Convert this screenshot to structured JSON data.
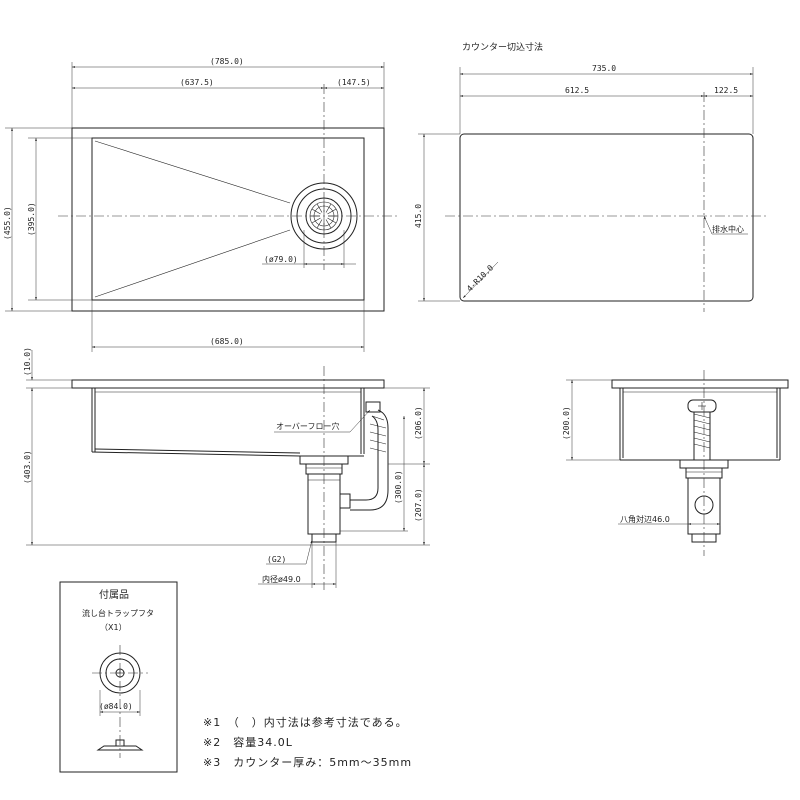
{
  "top_view": {
    "overall_width": "(785.0)",
    "to_drain_center": "(637.5)",
    "drain_to_edge": "(147.5)",
    "overall_depth": "(455.0)",
    "bowl_depth": "(395.0)",
    "bowl_width": "(685.0)",
    "drain_diameter": "(ø79.0)"
  },
  "cutout_view": {
    "title": "カウンター切込寸法",
    "width": "735.0",
    "to_drain_center": "612.5",
    "drain_to_edge": "122.5",
    "depth": "415.0",
    "corner_radius": "4-R10.0",
    "drain_center_label": "排水中心"
  },
  "front_view": {
    "rim_thickness": "(10.0)",
    "total_height": "(403.0)",
    "overflow_label": "オーバーフロー穴",
    "to_overflow": "(206.0)",
    "trap_height": "(300.0)",
    "trap_bottom": "(207.0)",
    "thread": "(G2)",
    "inner_diameter": "内径ø49.0"
  },
  "side_view": {
    "bowl_height": "(200.0)",
    "octagon_width": "八角対辺46.0"
  },
  "accessory": {
    "title": "付属品",
    "item_name": "流し台トラップフタ",
    "quantity": "（X1）",
    "diameter": "(ø84.0)"
  },
  "notes": [
    "※1　（　）内寸法は参考寸法である。",
    "※2　容量34.0L",
    "※3　カウンター厚み：5mm～35mm"
  ]
}
